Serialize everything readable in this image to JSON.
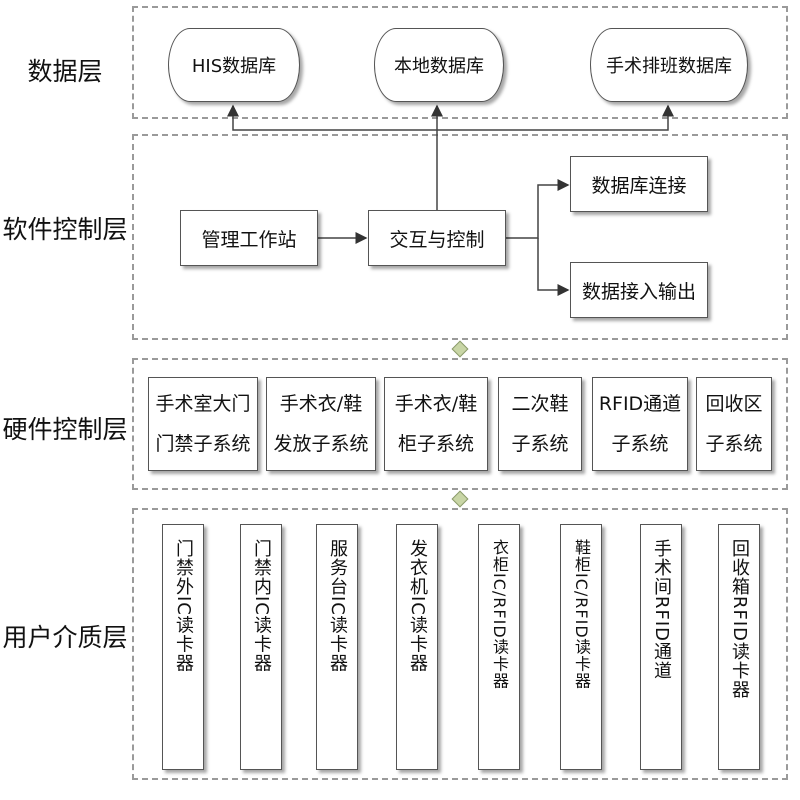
{
  "layers": {
    "data": {
      "label": "数据层",
      "items": [
        "HIS数据库",
        "本地数据库",
        "手术排班数据库"
      ]
    },
    "software": {
      "label": "软件控制层",
      "workstation": "管理工作站",
      "interaction": "交互与控制",
      "db_connect": "数据库连接",
      "data_io": "数据接入输出"
    },
    "hardware": {
      "label": "硬件控制层",
      "items": [
        {
          "line1": "手术室大门",
          "line2": "门禁子系统"
        },
        {
          "line1": "手术衣/鞋",
          "line2": "发放子系统"
        },
        {
          "line1": "手术衣/鞋",
          "line2": "柜子系统"
        },
        {
          "line1": "二次鞋",
          "line2": "子系统"
        },
        {
          "line1": "RFID通道",
          "line2": "子系统"
        },
        {
          "line1": "回收区",
          "line2": "子系统"
        }
      ]
    },
    "user": {
      "label": "用户介质层",
      "items": [
        "门禁外IC读卡器",
        "门禁内IC读卡器",
        "服务台IC读卡器",
        "发衣机IC读卡器",
        "衣柜IC/RFID读卡器",
        "鞋柜IC/RFID读卡器",
        "手术间RFID通道",
        "回收箱RFID读卡器"
      ]
    }
  },
  "colors": {
    "border": "#555555",
    "dashed": "#9a9a9a",
    "connector": "#c9d6a6"
  }
}
